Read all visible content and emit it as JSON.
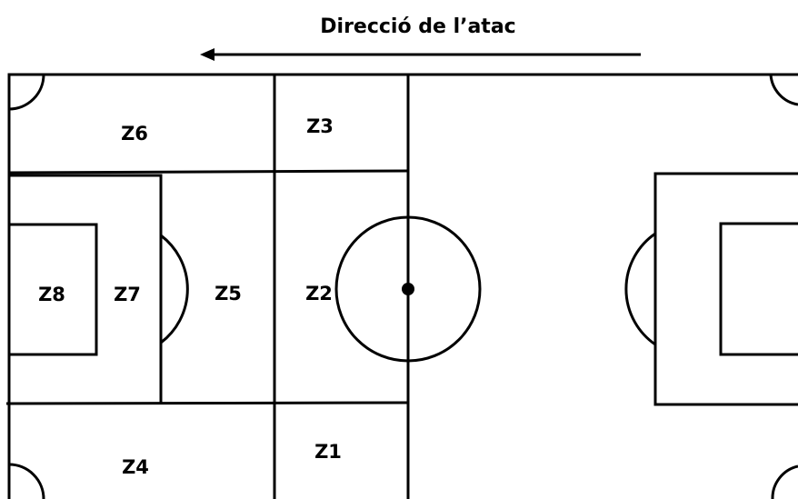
{
  "title": "Direcció de l’atac",
  "zones": {
    "z1": "Z1",
    "z2": "Z2",
    "z3": "Z3",
    "z4": "Z4",
    "z5": "Z5",
    "z6": "Z6",
    "z7": "Z7",
    "z8": "Z8"
  },
  "colors": {
    "lines": "#000000",
    "background": "#ffffff"
  }
}
